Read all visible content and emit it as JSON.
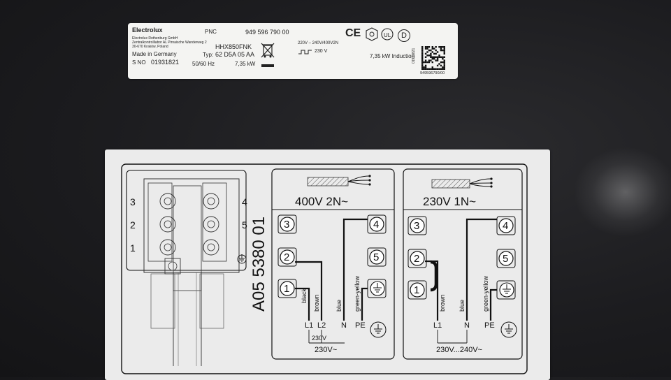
{
  "rating_plate": {
    "brand": "Electrolux",
    "address_lines": [
      "Electrolux Rothenburg GmbH",
      "Zentralkontrolllabor AL Pirnaische Wanderweg 2",
      "30-670 Kraków, Poland"
    ],
    "made_in": "Made in Germany",
    "sno_label": "S NO",
    "sno_value": "01931821",
    "pnc_label": "PNC",
    "pnc_value": "949 596 790 00",
    "model": "HHX850FNK",
    "typ_label": "Typ:",
    "typ_value": "62 D5A 05 AA",
    "frequency": "50/60 Hz",
    "power": "7,35 kW",
    "voltage_line1": "220V – 240V/400V2N",
    "voltage_line2": "230 V",
    "induction_rating": "7,35 kW Induction",
    "side_number": "01931821",
    "barcode_number": "949596790/00",
    "cert_marks": [
      "CE",
      "D"
    ]
  },
  "wiring_label": {
    "part_number": "A05 5380 01",
    "side_terminals_left": [
      "3",
      "2",
      "1"
    ],
    "side_terminals_right": [
      "4",
      "5"
    ],
    "panel_400v": {
      "title": "400V  2N~",
      "terminals": [
        "3",
        "4",
        "2",
        "5",
        "1"
      ],
      "wire_colors": [
        "black",
        "brown",
        "blue",
        "green-yellow"
      ],
      "conductors": [
        "L1",
        "L2",
        "N",
        "PE"
      ],
      "bridge_voltage": "230V",
      "bottom_voltage": "230V~"
    },
    "panel_230v": {
      "title": "230V  1N~",
      "terminals": [
        "3",
        "4",
        "2",
        "5",
        "1"
      ],
      "wire_colors": [
        "brown",
        "blue",
        "green-yellow"
      ],
      "conductors": [
        "L1",
        "N",
        "PE"
      ],
      "bottom_voltage": "230V...240V~"
    }
  },
  "colors": {
    "cooktop": "#1c1c1f",
    "label_bg": "#f4f4f2",
    "sticker_bg": "#ebebeb",
    "ink": "#111111"
  }
}
